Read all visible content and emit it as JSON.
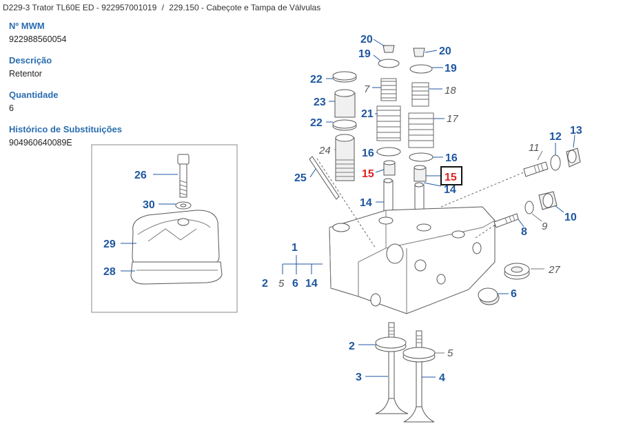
{
  "breadcrumb": {
    "model": "D229-3 Trator TL60E ED - 922957001019",
    "separator": "/",
    "group": "229.150 - Cabeçote e Tampa de Válvulas"
  },
  "details": {
    "mwm_label": "Nº MWM",
    "mwm_value": "922988560054",
    "description_label": "Descrição",
    "description_value": "Retentor",
    "quantity_label": "Quantidade",
    "quantity_value": "6",
    "history_label": "Histórico de Substituições",
    "history_value": "904960640089E"
  },
  "callouts": {
    "c1": "1",
    "c2a": "2",
    "c5a": "5",
    "c6a": "6",
    "c14a": "14",
    "c2b": "2",
    "c3": "3",
    "c4": "4",
    "c5b": "5",
    "c6b": "6",
    "c7": "7",
    "c8": "8",
    "c9": "9",
    "c10": "10",
    "c11": "11",
    "c12": "12",
    "c13": "13",
    "c14b": "14",
    "c14c": "14",
    "c15a": "15",
    "c15b": "15",
    "c16a": "16",
    "c16b": "16",
    "c17": "17",
    "c18": "18",
    "c19a": "19",
    "c19b": "19",
    "c20a": "20",
    "c20b": "20",
    "c21": "21",
    "c22a": "22",
    "c22b": "22",
    "c23": "23",
    "c24": "24",
    "c25": "25",
    "c26": "26",
    "c27": "27",
    "c28": "28",
    "c29": "29",
    "c30": "30"
  },
  "colors": {
    "label_blue": "#2a6db0",
    "callout_blue": "#1e56a0",
    "highlight_red": "#e02020"
  }
}
